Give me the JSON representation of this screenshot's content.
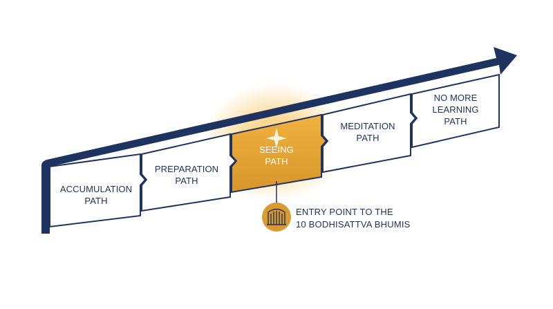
{
  "stages": [
    {
      "id": "accumulation",
      "lines": [
        "ACCUMULATION",
        "PATH"
      ],
      "active": false
    },
    {
      "id": "preparation",
      "lines": [
        "PREPARATION",
        "PATH"
      ],
      "active": false
    },
    {
      "id": "seeing",
      "lines": [
        "SEEING",
        "PATH"
      ],
      "active": true
    },
    {
      "id": "meditation",
      "lines": [
        "MEDITATION",
        "PATH"
      ],
      "active": false
    },
    {
      "id": "no-more-learning",
      "lines": [
        "NO MORE",
        "LEARNING",
        "PATH"
      ],
      "active": false
    }
  ],
  "entry_point": {
    "lines": [
      "ENTRY POINT TO THE",
      "10 BODHISATTVA BHUMIS"
    ],
    "icon": "gate-icon"
  },
  "colors": {
    "navy": "#1f3360",
    "gold": "#e0a034",
    "glow": "#f7c46a",
    "white": "#ffffff"
  }
}
